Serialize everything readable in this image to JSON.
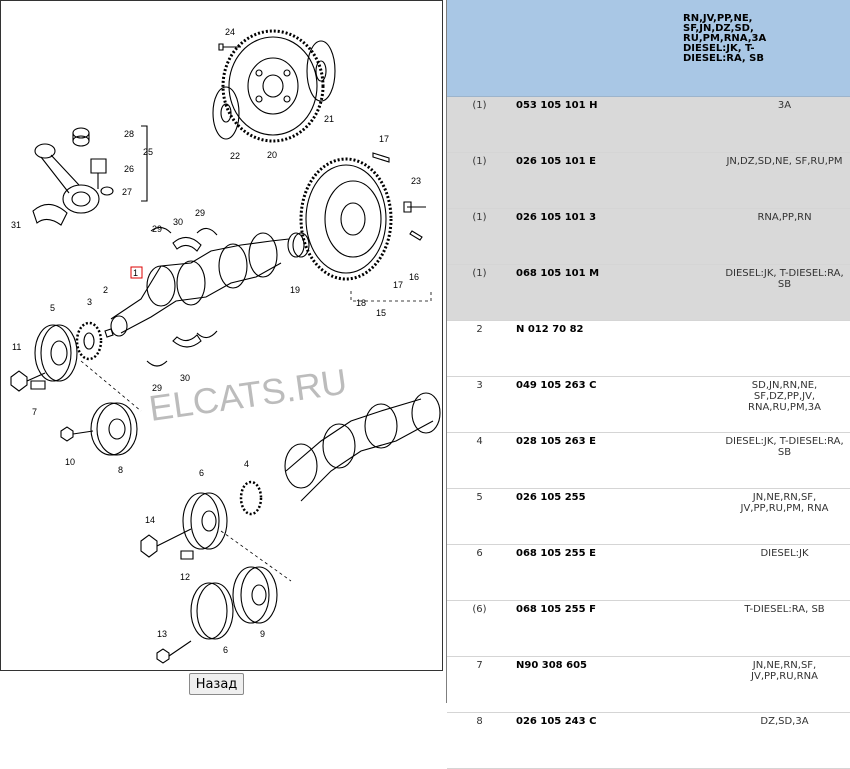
{
  "diagram": {
    "watermark": "ELCATS.RU",
    "labels": {
      "l1": "1",
      "l2": "2",
      "l3": "3",
      "l4a": "4",
      "l5": "5",
      "l6a": "6",
      "l6b": "6",
      "l7": "7",
      "l8": "8",
      "l9": "9",
      "l10": "10",
      "l11": "11",
      "l12": "12",
      "l13": "13",
      "l14": "14",
      "l15": "15",
      "l16": "16",
      "l17a": "17",
      "l17b": "17",
      "l18": "18",
      "l19": "19",
      "l20": "20",
      "l21": "21",
      "l22": "22",
      "l23": "23",
      "l24": "24",
      "l25": "25",
      "l26": "26",
      "l27": "27",
      "l28": "28",
      "l29a": "29",
      "l29b": "29",
      "l29c": "29",
      "l30a": "30",
      "l30b": "30",
      "l31": "31"
    }
  },
  "back_button_label": "Назад",
  "table": {
    "header_models": "RN,JV,PP,NE, SF,JN,DZ,SD, RU,PM,RNA,3A DIESEL:JK, T-DIESEL:RA, SB",
    "rows": [
      {
        "pos": "(1)",
        "part": "053 105 101 H",
        "note": "3A"
      },
      {
        "pos": "(1)",
        "part": "026 105 101 E",
        "note": "JN,DZ,SD,NE, SF,RU,PM"
      },
      {
        "pos": "(1)",
        "part": "026 105 101 3",
        "note": "RNA,PP,RN"
      },
      {
        "pos": "(1)",
        "part": "068 105 101 M",
        "note": "DIESEL:JK, T-DIESEL:RA, SB"
      },
      {
        "pos": "2",
        "part": "N 012 70 82",
        "note": ""
      },
      {
        "pos": "3",
        "part": "049 105 263 C",
        "note": "SD,JN,RN,NE, SF,DZ,PP,JV, RNA,RU,PM,3A"
      },
      {
        "pos": "4",
        "part": "028 105 263 E",
        "note": "DIESEL:JK, T-DIESEL:RA, SB"
      },
      {
        "pos": "5",
        "part": "026 105 255",
        "note": "JN,NE,RN,SF, JV,PP,RU,PM, RNA"
      },
      {
        "pos": "6",
        "part": "068 105 255 E",
        "note": "DIESEL:JK"
      },
      {
        "pos": "(6)",
        "part": "068 105 255 F",
        "note": "T-DIESEL:RA, SB"
      },
      {
        "pos": "7",
        "part": "N90 308 605",
        "note": "JN,NE,RN,SF, JV,PP,RU,RNA"
      },
      {
        "pos": "8",
        "part": "026 105 243 C",
        "note": "DZ,SD,3A"
      }
    ]
  }
}
